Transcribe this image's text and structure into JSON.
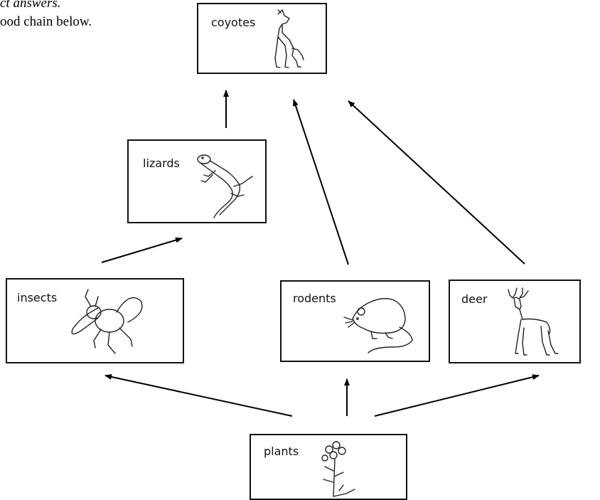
{
  "header": {
    "line1": "ct answers.",
    "line2": "ood chain below."
  },
  "organisms": {
    "coyotes": "coyotes",
    "lizards": "lizards",
    "insects": "insects",
    "rodents": "rodents",
    "deer": "deer",
    "plants": "plants"
  },
  "icons": {
    "coyotes": "howling-coyote-icon",
    "lizards": "lizard-icon",
    "insects": "beetle-icon",
    "rodents": "mouse-icon",
    "deer": "deer-icon",
    "plants": "flowering-plant-icon"
  },
  "food_chain_links": [
    {
      "from": "plants",
      "to": "insects"
    },
    {
      "from": "plants",
      "to": "rodents"
    },
    {
      "from": "plants",
      "to": "deer"
    },
    {
      "from": "insects",
      "to": "lizards"
    },
    {
      "from": "lizards",
      "to": "coyotes"
    },
    {
      "from": "rodents",
      "to": "coyotes"
    },
    {
      "from": "deer",
      "to": "coyotes"
    }
  ]
}
